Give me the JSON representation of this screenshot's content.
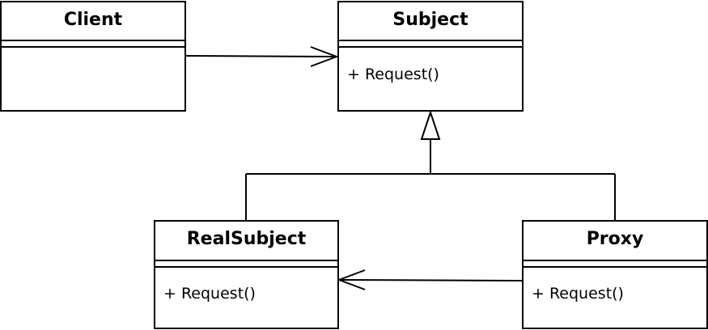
{
  "diagram": {
    "classes": {
      "client": {
        "name": "Client",
        "operations": []
      },
      "subject": {
        "name": "Subject",
        "operations": [
          "+ Request()"
        ]
      },
      "real_subject": {
        "name": "RealSubject",
        "operations": [
          "+ Request()"
        ]
      },
      "proxy": {
        "name": "Proxy",
        "operations": [
          "+ Request()"
        ]
      }
    },
    "relations": [
      {
        "from": "Client",
        "to": "Subject",
        "type": "association"
      },
      {
        "from": "RealSubject",
        "to": "Subject",
        "type": "generalization"
      },
      {
        "from": "Proxy",
        "to": "Subject",
        "type": "generalization"
      },
      {
        "from": "Proxy",
        "to": "RealSubject",
        "type": "association"
      }
    ]
  }
}
